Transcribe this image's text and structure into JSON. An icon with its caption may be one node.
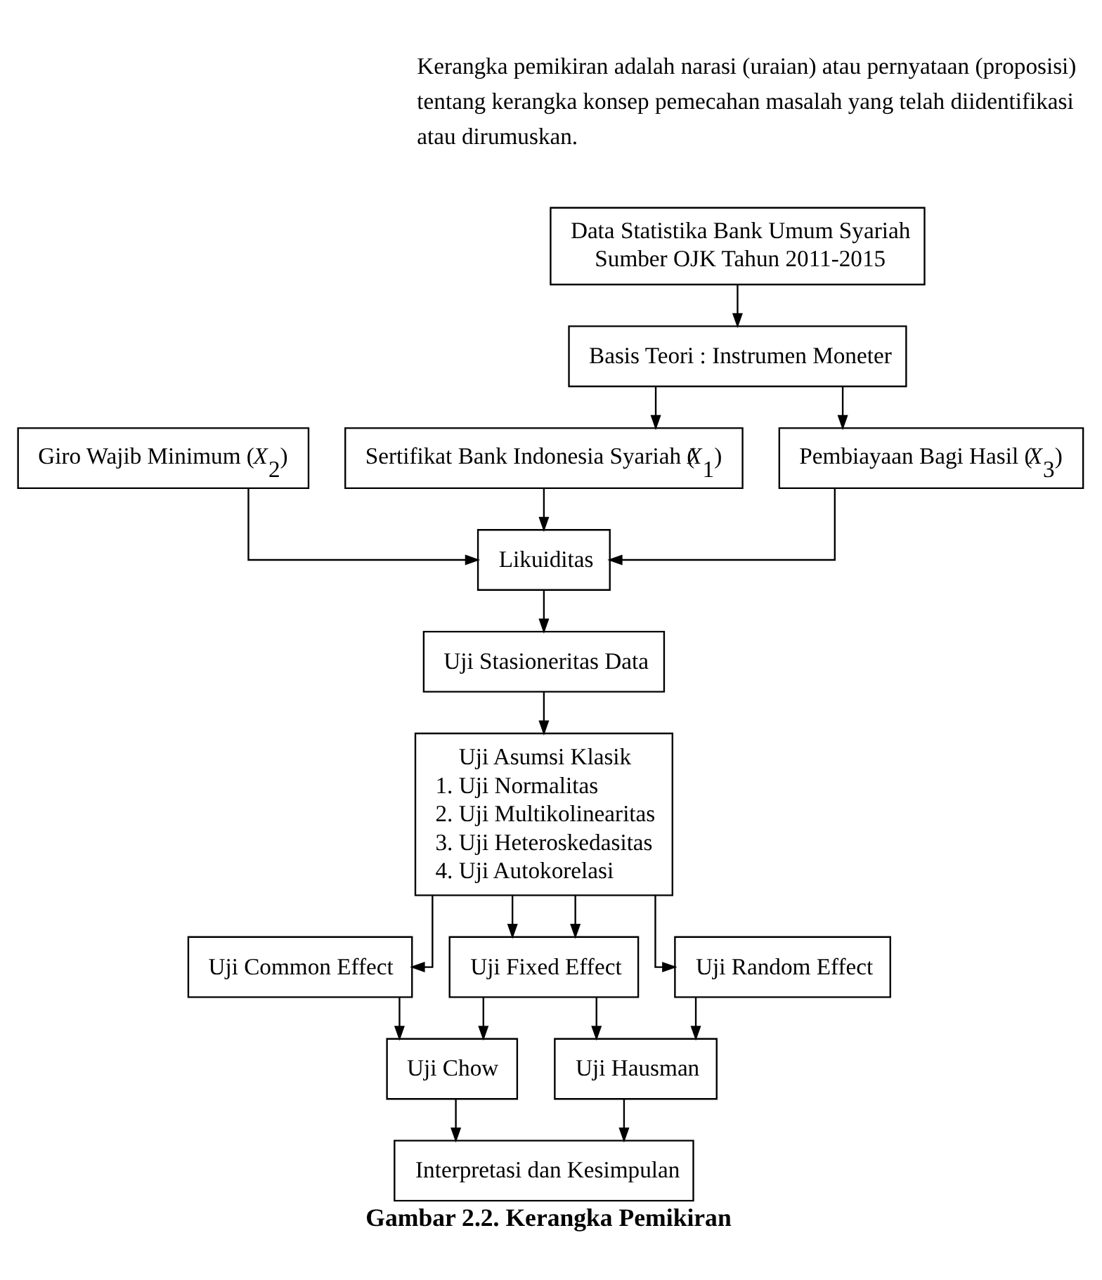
{
  "diagram": {
    "caption": "Gambar 2.2. Kerangka Pemikiran",
    "nodes": [
      {
        "text": [
          "Data Statistika Bank Umum Syariah Sumber OJK Tahun 2011-2015"
        ]
      },
      {
        "text": [
          "Basis Teori : Instrumen Moneter"
        ]
      },
      {
        "text": [
          "Sertifikat Bank Indonesia Syariah (*X*$_{1}$)"
        ]
      },
      {
        "text": [
          "Giro Wajib Minimum (*X*$_{2}$)"
        ]
      },
      {
        "text": [
          "Pembiayaan Bagi Hasil (*X*$_{3}$)"
        ]
      },
      {
        "text": [
          "Likuiditas"
        ]
      },
      {
        "text": [
          "Uji Stasioneritas Data"
        ]
      },
      {
        "text": [
          "Uji Asumsi Klasik",
          "1. Uji Normalitas",
          "2. Uji Multikolinearitas",
          "3. Uji Heteroskedasitas",
          "4. Uji Autokorelasi"
        ]
      },
      {
        "text": [
          "Uji Common Effect"
        ]
      },
      {
        "text": [
          "Uji Fixed Effect"
        ]
      },
      {
        "text": [
          "Uji Random Effect"
        ]
      },
      {
        "text": [
          "Uji Chow"
        ]
      },
      {
        "text": [
          "Uji Hausman"
        ]
      },
      {
        "text": [
          "Interpretasi dan Kesimpulan"
        ]
      }
    ],
    "edges": [
      {
        "from": 0,
        "to": 1,
        "arrow": "to"
      },
      {
        "from": 1,
        "to": 2,
        "arrow": "to"
      },
      {
        "from": 1,
        "to": 4,
        "arrow": "to"
      },
      {
        "from": 2,
        "to": 5,
        "arrow": "to"
      },
      {
        "from": 3,
        "to": 5,
        "arrow": "to"
      },
      {
        "from": 4,
        "to": 5,
        "arrow": "to"
      },
      {
        "from": 5,
        "to": 6,
        "arrow": "to"
      },
      {
        "from": 6,
        "to": 7,
        "arrow": "to"
      },
      {
        "from": 7,
        "to": 8,
        "arrow": "to"
      },
      {
        "from": 7,
        "to": 9,
        "arrow": "to"
      },
      {
        "from": 7,
        "to": 9,
        "arrow": "to"
      },
      {
        "from": 7,
        "to": 10,
        "arrow": "to"
      },
      {
        "from": 8,
        "to": 11,
        "arrow": "to"
      },
      {
        "from": 9,
        "to": 11,
        "arrow": "to"
      },
      {
        "from": 9,
        "to": 12,
        "arrow": "to"
      },
      {
        "from": 10,
        "to": 12,
        "arrow": "to"
      },
      {
        "from": 11,
        "to": 13,
        "arrow": "to"
      },
      {
        "from": 12,
        "to": 13,
        "arrow": "to"
      }
    ],
    "labels": [
      "Kerangka pemikiran adalah narasi (uraian) atau pernyataan (proposisi) tentang kerangka konsep pemecahan masalah yang telah diidentifikasi atau dirumuskan."
    ]
  }
}
